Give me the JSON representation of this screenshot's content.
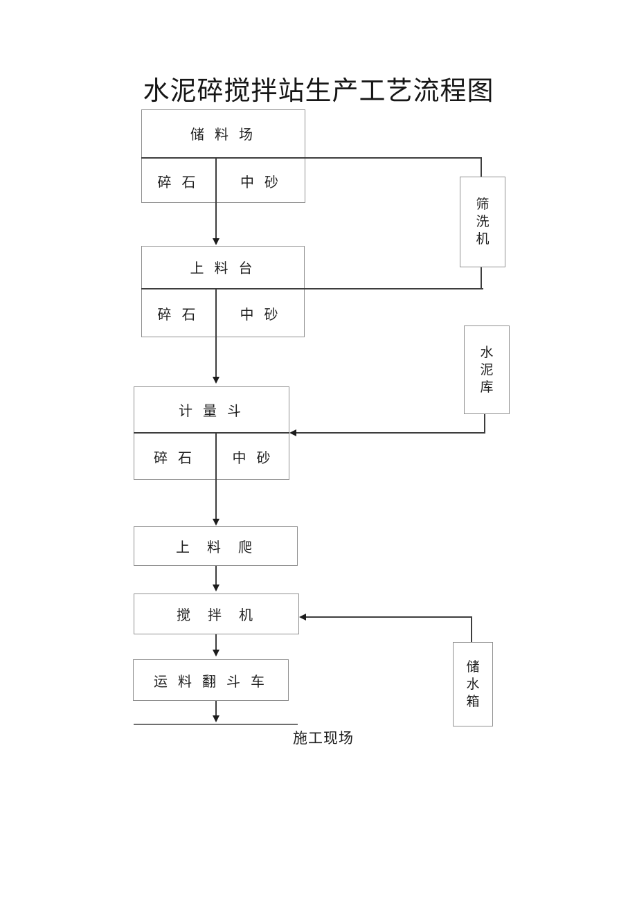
{
  "title": "水泥碎搅拌站生产工艺流程图",
  "flowchart": {
    "storage_yard": {
      "label": "储 料 场",
      "cell_left": "碎 石",
      "cell_right": "中 砂"
    },
    "loading_platform": {
      "label": "上 料 台",
      "cell_left": "碎 石",
      "cell_right": "中 砂"
    },
    "measuring_hopper": {
      "label": "计 量 斗",
      "cell_left": "碎 石",
      "cell_right": "中 砂"
    },
    "loading_climber": {
      "label": "上  料  爬"
    },
    "mixer": {
      "label": "搅  拌  机"
    },
    "dump_truck": {
      "label": "运 料 翻 斗 车"
    },
    "construction_site": {
      "label": "施工现场"
    },
    "screen_washer": {
      "label": "筛洗机"
    },
    "cement_silo": {
      "label": "水泥库"
    },
    "water_tank": {
      "label": "储水箱"
    }
  },
  "colors": {
    "background": "#ffffff",
    "box_border": "#8f8f8f",
    "connector_line": "#3d3d3d",
    "arrow": "#1c1c1c",
    "text": "#1f1f1f"
  }
}
